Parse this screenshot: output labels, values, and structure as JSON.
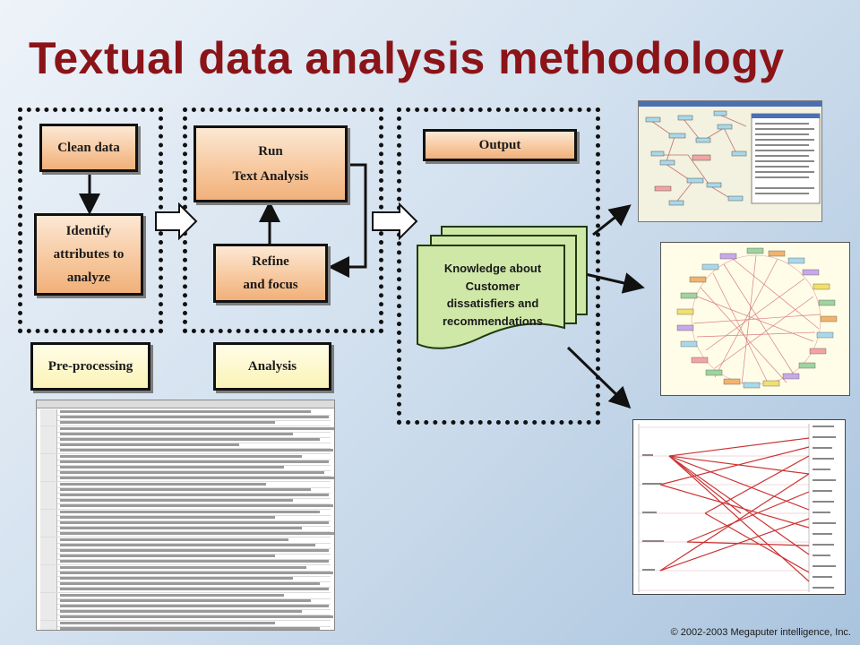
{
  "title": "Textual data analysis methodology",
  "steps": {
    "clean_data": "Clean data",
    "identify": [
      "Identify",
      "attributes to",
      "analyze"
    ],
    "run": [
      "Run",
      "Text Analysis"
    ],
    "refine": [
      "Refine",
      "and focus"
    ],
    "output": "Output"
  },
  "stage_labels": {
    "preprocessing": "Pre-processing",
    "analysis": "Analysis"
  },
  "knowledge": [
    "Knowledge about",
    "Customer",
    "dissatisfiers and",
    "recommendations"
  ],
  "copyright": "© 2002-2003 Megaputer intelligence, Inc.",
  "colors": {
    "title": "#8b1418",
    "box_fill": "#f7c9a0",
    "label_fill": "#fbf3b6",
    "document_fill": "#cfe8a8"
  }
}
